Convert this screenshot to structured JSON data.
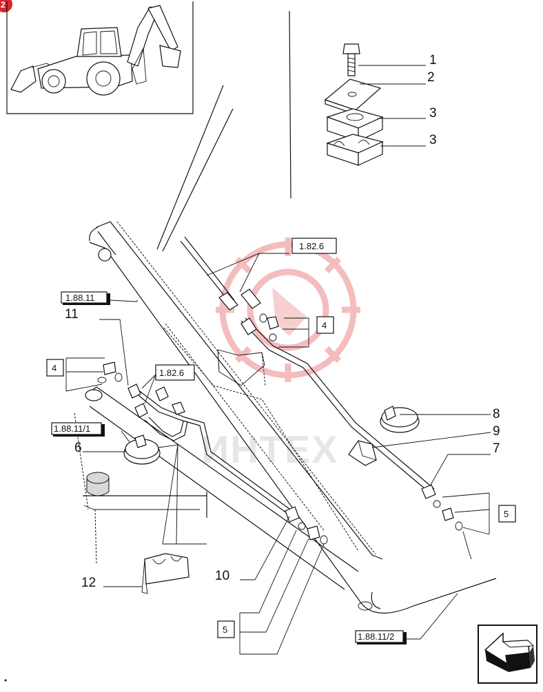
{
  "corner_badge": "2",
  "watermark_text": "ИНТЕХ",
  "callouts": {
    "c1": "1",
    "c2": "2",
    "c3a": "3",
    "c3b": "3",
    "c4_top": "4",
    "c4_left": "4",
    "c5_right": "5",
    "c5_bottom": "5",
    "c6": "6",
    "c7": "7",
    "c8": "8",
    "c9": "9",
    "c10": "10",
    "c11": "11",
    "c12": "12"
  },
  "references": {
    "ref_1_82_6_top": "1.82.6",
    "ref_1_82_6_mid": "1.82.6",
    "ref_1_88_11": "1.88.11",
    "ref_1_88_11_1": "1.88.11/1",
    "ref_1_88_11_2": "1.88.11/2"
  },
  "colors": {
    "watermark": "#f3b6b6",
    "badge": "#d9262e",
    "line": "#111111"
  },
  "icons": {
    "machine_thumbnail": "backhoe-loader-icon",
    "next_page": "next-page-arrow-icon"
  }
}
